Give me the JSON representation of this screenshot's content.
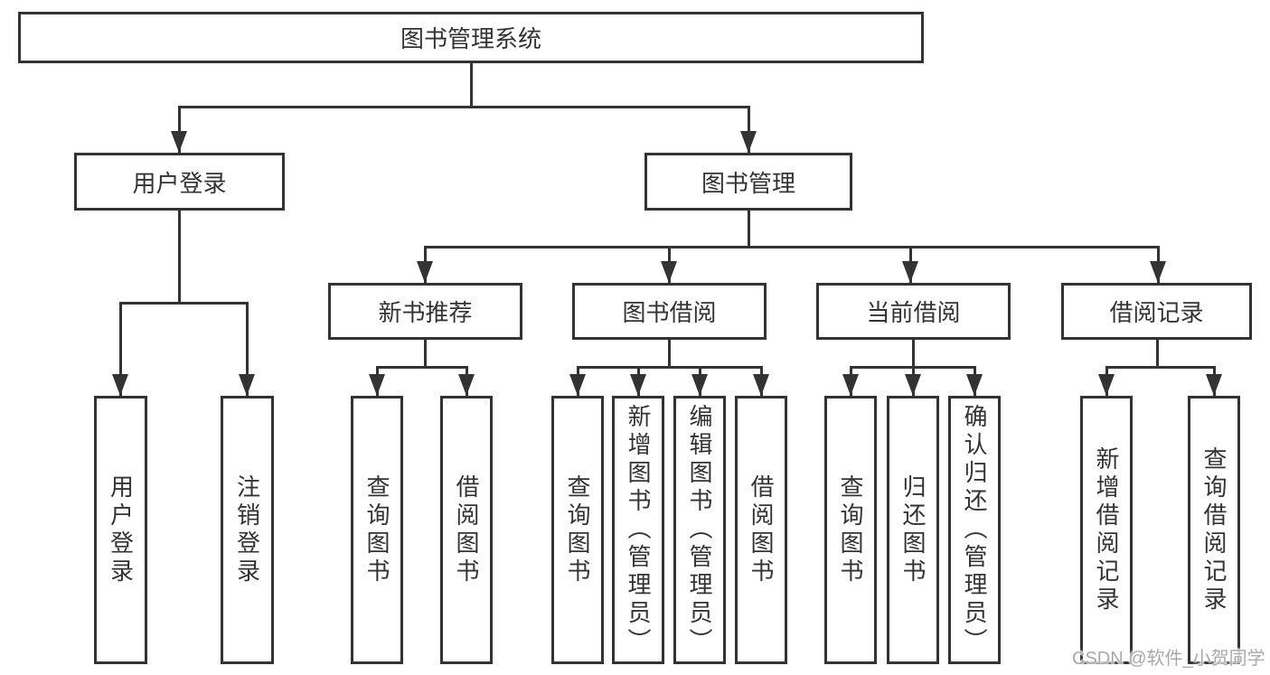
{
  "nodes": {
    "root": "图书管理系统",
    "level2": [
      "用户登录",
      "图书管理"
    ],
    "level3": [
      "新书推荐",
      "图书借阅",
      "当前借阅",
      "借阅记录"
    ],
    "leaves_user_login": [
      "用户登录",
      "注销登录"
    ],
    "leaves_new_book": [
      "查询图书",
      "借阅图书"
    ],
    "leaves_book_borrow": [
      "查询图书",
      "新增图书（管理员）",
      "编辑图书（管理员）",
      "借阅图书"
    ],
    "leaves_current_borrow": [
      "查询图书",
      "归还图书",
      "确认归还（管理员）"
    ],
    "leaves_borrow_record": [
      "新增借阅记录",
      "查询借阅记录"
    ]
  },
  "watermark": "CSDN @软件_小贺同学",
  "colors": {
    "line": "#333333",
    "text": "#333333",
    "watermark": "#a9a9a9",
    "background": "#ffffff"
  }
}
